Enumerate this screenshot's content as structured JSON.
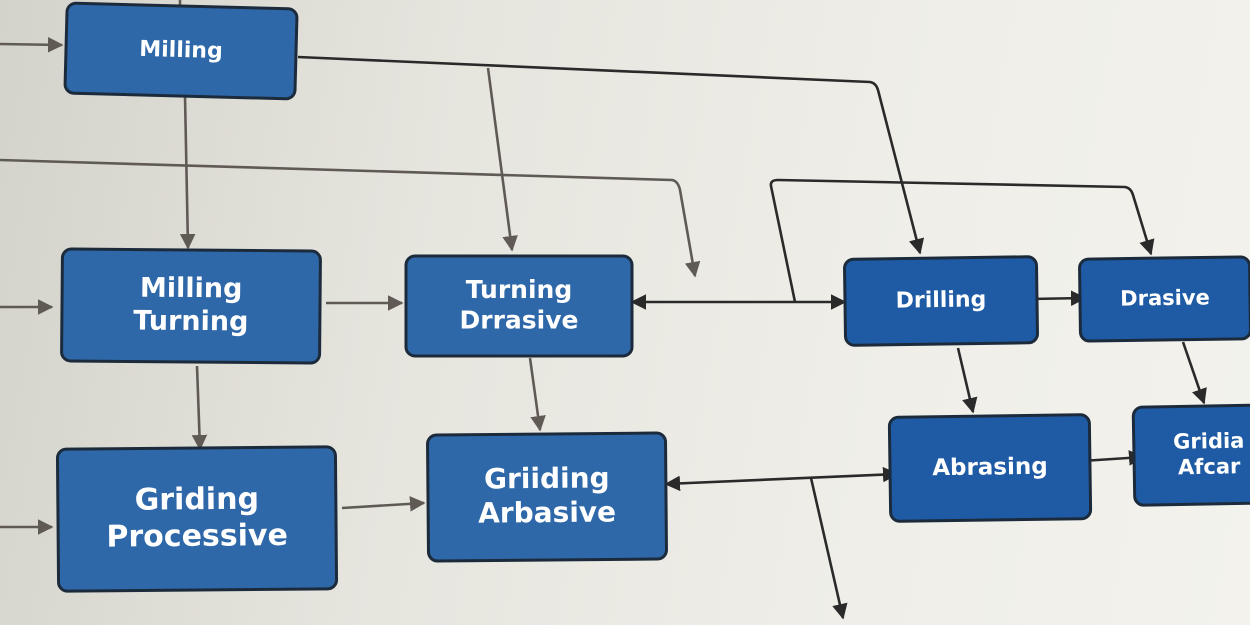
{
  "nodes": [
    {
      "id": "milling",
      "lines": [
        "Milling"
      ]
    },
    {
      "id": "milling-turning",
      "lines": [
        "Milling",
        "Turning"
      ]
    },
    {
      "id": "turning-drrasive",
      "lines": [
        "Turning",
        "Drrasive"
      ]
    },
    {
      "id": "griding-processive",
      "lines": [
        "Griding",
        "Processive"
      ]
    },
    {
      "id": "griiding-arbasive",
      "lines": [
        "Griiding",
        "Arbasive"
      ]
    },
    {
      "id": "drilling",
      "lines": [
        "Drilling"
      ]
    },
    {
      "id": "drasive",
      "lines": [
        "Drasive"
      ]
    },
    {
      "id": "abrasing",
      "lines": [
        "Abrasing"
      ]
    },
    {
      "id": "gridia-afcar",
      "lines": [
        "Gridia",
        "Afcar"
      ]
    }
  ],
  "colors": {
    "node_fill": "#2f68a8",
    "node_fill_right": "#1f5ba5",
    "node_border": "#1c2b3c",
    "connector_grey": "#605a55",
    "connector_dark": "#2a2a2a"
  }
}
